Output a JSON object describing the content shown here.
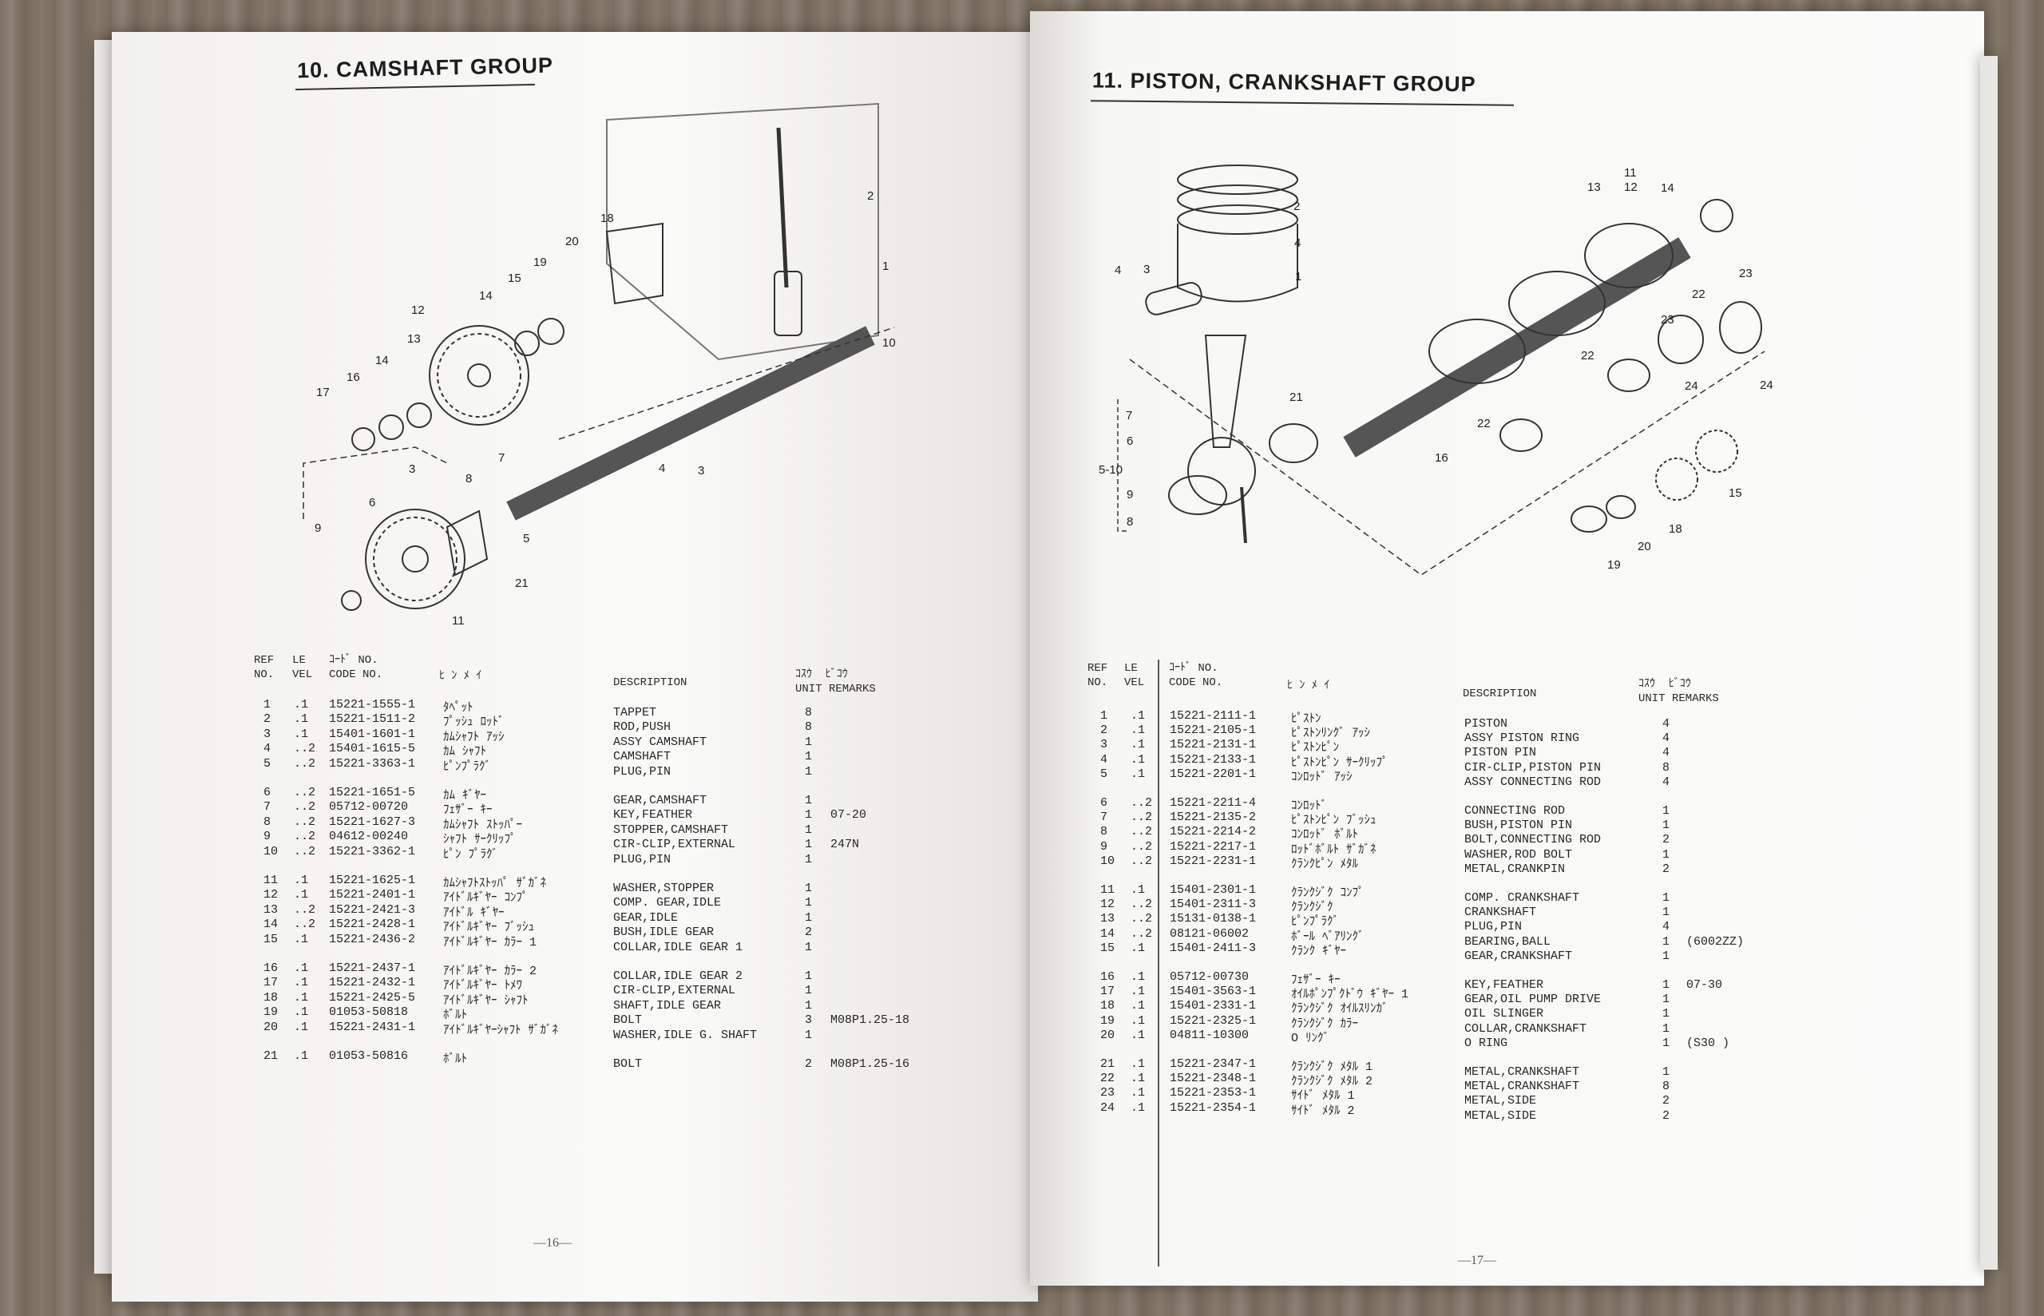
{
  "left_page": {
    "title": "10. CAMSHAFT GROUP",
    "page_number": "—16—",
    "diagram_callouts": [
      "1",
      "2",
      "3",
      "3",
      "4",
      "5",
      "6",
      "7",
      "8",
      "9",
      "10",
      "11",
      "12",
      "13",
      "14",
      "14",
      "15",
      "16",
      "17",
      "18",
      "19",
      "20",
      "21"
    ],
    "headers": {
      "ref": "REF\nNO.",
      "level": "LE\nVEL",
      "code": "ｺｰﾄﾞ NO.\nCODE NO.",
      "kana": "ﾋ ﾝ ﾒ ｲ",
      "description": "DESCRIPTION",
      "unit": "ｺｽｳ  ﾋﾞｺｳ\nUNIT REMARKS"
    },
    "groups": [
      [
        {
          "ref": "1",
          "level": ".1",
          "code": "15221-1555-1",
          "kana": "ﾀﾍﾟｯﾄ",
          "desc": "TAPPET",
          "unit": "8",
          "remarks": ""
        },
        {
          "ref": "2",
          "level": ".1",
          "code": "15221-1511-2",
          "kana": "ﾌﾟｯｼｭ ﾛｯﾄﾞ",
          "desc": "ROD,PUSH",
          "unit": "8",
          "remarks": ""
        },
        {
          "ref": "3",
          "level": ".1",
          "code": "15401-1601-1",
          "kana": "ｶﾑｼｬﾌﾄ ｱｯｼ",
          "desc": "ASSY CAMSHAFT",
          "unit": "1",
          "remarks": ""
        },
        {
          "ref": "4",
          "level": "..2",
          "code": "15401-1615-5",
          "kana": "ｶﾑ ｼｬﾌﾄ",
          "desc": "CAMSHAFT",
          "unit": "1",
          "remarks": ""
        },
        {
          "ref": "5",
          "level": "..2",
          "code": "15221-3363-1",
          "kana": "ﾋﾟﾝﾌﾟﾗｸﾞ",
          "desc": "PLUG,PIN",
          "unit": "1",
          "remarks": ""
        }
      ],
      [
        {
          "ref": "6",
          "level": "..2",
          "code": "15221-1651-5",
          "kana": "ｶﾑ ｷﾞﾔｰ",
          "desc": "GEAR,CAMSHAFT",
          "unit": "1",
          "remarks": ""
        },
        {
          "ref": "7",
          "level": "..2",
          "code": "05712-00720",
          "kana": "ﾌｪｻﾞｰ ｷｰ",
          "desc": "KEY,FEATHER",
          "unit": "1",
          "remarks": "07-20"
        },
        {
          "ref": "8",
          "level": "..2",
          "code": "15221-1627-3",
          "kana": "ｶﾑｼｬﾌﾄ ｽﾄｯﾊﾟｰ",
          "desc": "STOPPER,CAMSHAFT",
          "unit": "1",
          "remarks": ""
        },
        {
          "ref": "9",
          "level": "..2",
          "code": "04612-00240",
          "kana": "ｼｬﾌﾄ ｻｰｸﾘｯﾌﾟ",
          "desc": "CIR-CLIP,EXTERNAL",
          "unit": "1",
          "remarks": "247N"
        },
        {
          "ref": "10",
          "level": "..2",
          "code": "15221-3362-1",
          "kana": "ﾋﾟﾝ ﾌﾟﾗｸﾞ",
          "desc": "PLUG,PIN",
          "unit": "1",
          "remarks": ""
        }
      ],
      [
        {
          "ref": "11",
          "level": ".1",
          "code": "15221-1625-1",
          "kana": "ｶﾑｼｬﾌﾄｽﾄｯﾊﾟ ｻﾞｶﾞﾈ",
          "desc": "WASHER,STOPPER",
          "unit": "1",
          "remarks": ""
        },
        {
          "ref": "12",
          "level": ".1",
          "code": "15221-2401-1",
          "kana": "ｱｲﾄﾞﾙｷﾞﾔｰ ｺﾝﾌﾟ",
          "desc": "COMP. GEAR,IDLE",
          "unit": "1",
          "remarks": ""
        },
        {
          "ref": "13",
          "level": "..2",
          "code": "15221-2421-3",
          "kana": "ｱｲﾄﾞﾙ ｷﾞﾔｰ",
          "desc": "GEAR,IDLE",
          "unit": "1",
          "remarks": ""
        },
        {
          "ref": "14",
          "level": "..2",
          "code": "15221-2428-1",
          "kana": "ｱｲﾄﾞﾙｷﾞﾔｰ ﾌﾞｯｼｭ",
          "desc": "BUSH,IDLE GEAR",
          "unit": "2",
          "remarks": ""
        },
        {
          "ref": "15",
          "level": ".1",
          "code": "15221-2436-2",
          "kana": "ｱｲﾄﾞﾙｷﾞﾔｰ ｶﾗｰ 1",
          "desc": "COLLAR,IDLE GEAR 1",
          "unit": "1",
          "remarks": ""
        }
      ],
      [
        {
          "ref": "16",
          "level": ".1",
          "code": "15221-2437-1",
          "kana": "ｱｲﾄﾞﾙｷﾞﾔｰ ｶﾗｰ 2",
          "desc": "COLLAR,IDLE GEAR 2",
          "unit": "1",
          "remarks": ""
        },
        {
          "ref": "17",
          "level": ".1",
          "code": "15221-2432-1",
          "kana": "ｱｲﾄﾞﾙｷﾞﾔｰ ﾄﾒﾜ",
          "desc": "CIR-CLIP,EXTERNAL",
          "unit": "1",
          "remarks": ""
        },
        {
          "ref": "18",
          "level": ".1",
          "code": "15221-2425-5",
          "kana": "ｱｲﾄﾞﾙｷﾞﾔｰ ｼｬﾌﾄ",
          "desc": "SHAFT,IDLE GEAR",
          "unit": "1",
          "remarks": ""
        },
        {
          "ref": "19",
          "level": ".1",
          "code": "01053-50818",
          "kana": "ﾎﾞﾙﾄ",
          "desc": "BOLT",
          "unit": "3",
          "remarks": "M08P1.25-18"
        },
        {
          "ref": "20",
          "level": ".1",
          "code": "15221-2431-1",
          "kana": "ｱｲﾄﾞﾙｷﾞﾔｰｼｬﾌﾄ ｻﾞｶﾞﾈ",
          "desc": "WASHER,IDLE G. SHAFT",
          "unit": "1",
          "remarks": ""
        }
      ],
      [
        {
          "ref": "21",
          "level": ".1",
          "code": "01053-50816",
          "kana": "ﾎﾞﾙﾄ",
          "desc": "BOLT",
          "unit": "2",
          "remarks": "M08P1.25-16"
        }
      ]
    ]
  },
  "right_page": {
    "title": "11. PISTON, CRANKSHAFT GROUP",
    "page_number": "—17—",
    "diagram_callouts": [
      "1",
      "2",
      "3",
      "4",
      "4",
      "5-10",
      "6",
      "7",
      "8",
      "9",
      "11",
      "12",
      "13",
      "14",
      "15",
      "16",
      "18",
      "19",
      "20",
      "21",
      "22",
      "22",
      "22",
      "23",
      "23",
      "24",
      "24"
    ],
    "headers": {
      "ref": "REF\nNO.",
      "level": "LE\nVEL",
      "code": "ｺｰﾄﾞ NO.\nCODE NO.",
      "kana": "ﾋ ﾝ ﾒ ｲ",
      "description": "DESCRIPTION",
      "unit": "ｺｽｳ  ﾋﾞｺｳ\nUNIT REMARKS"
    },
    "groups": [
      [
        {
          "ref": "1",
          "level": ".1",
          "code": "15221-2111-1",
          "kana": "ﾋﾟｽﾄﾝ",
          "desc": "PISTON",
          "unit": "4",
          "remarks": ""
        },
        {
          "ref": "2",
          "level": ".1",
          "code": "15221-2105-1",
          "kana": "ﾋﾟｽﾄﾝﾘﾝｸﾞ ｱｯｼ",
          "desc": "ASSY PISTON RING",
          "unit": "4",
          "remarks": ""
        },
        {
          "ref": "3",
          "level": ".1",
          "code": "15221-2131-1",
          "kana": "ﾋﾟｽﾄﾝﾋﾟﾝ",
          "desc": "PISTON PIN",
          "unit": "4",
          "remarks": ""
        },
        {
          "ref": "4",
          "level": ".1",
          "code": "15221-2133-1",
          "kana": "ﾋﾟｽﾄﾝﾋﾟﾝ ｻｰｸﾘｯﾌﾟ",
          "desc": "CIR-CLIP,PISTON PIN",
          "unit": "8",
          "remarks": ""
        },
        {
          "ref": "5",
          "level": ".1",
          "code": "15221-2201-1",
          "kana": "ｺﾝﾛｯﾄﾞ ｱｯｼ",
          "desc": "ASSY CONNECTING ROD",
          "unit": "4",
          "remarks": ""
        }
      ],
      [
        {
          "ref": "6",
          "level": "..2",
          "code": "15221-2211-4",
          "kana": "ｺﾝﾛｯﾄﾞ",
          "desc": "CONNECTING ROD",
          "unit": "1",
          "remarks": ""
        },
        {
          "ref": "7",
          "level": "..2",
          "code": "15221-2135-2",
          "kana": "ﾋﾟｽﾄﾝﾋﾟﾝ ﾌﾞｯｼｭ",
          "desc": "BUSH,PISTON PIN",
          "unit": "1",
          "remarks": ""
        },
        {
          "ref": "8",
          "level": "..2",
          "code": "15221-2214-2",
          "kana": "ｺﾝﾛｯﾄﾞ ﾎﾞﾙﾄ",
          "desc": "BOLT,CONNECTING ROD",
          "unit": "2",
          "remarks": ""
        },
        {
          "ref": "9",
          "level": "..2",
          "code": "15221-2217-1",
          "kana": "ﾛｯﾄﾞﾎﾞﾙﾄ ｻﾞｶﾞﾈ",
          "desc": "WASHER,ROD BOLT",
          "unit": "1",
          "remarks": ""
        },
        {
          "ref": "10",
          "level": "..2",
          "code": "15221-2231-1",
          "kana": "ｸﾗﾝｸﾋﾟﾝ ﾒﾀﾙ",
          "desc": "METAL,CRANKPIN",
          "unit": "2",
          "remarks": ""
        }
      ],
      [
        {
          "ref": "11",
          "level": ".1",
          "code": "15401-2301-1",
          "kana": "ｸﾗﾝｸｼﾞｸ ｺﾝﾌﾟ",
          "desc": "COMP. CRANKSHAFT",
          "unit": "1",
          "remarks": ""
        },
        {
          "ref": "12",
          "level": "..2",
          "code": "15401-2311-3",
          "kana": "ｸﾗﾝｸｼﾞｸ",
          "desc": "CRANKSHAFT",
          "unit": "1",
          "remarks": ""
        },
        {
          "ref": "13",
          "level": "..2",
          "code": "15131-0138-1",
          "kana": "ﾋﾟﾝﾌﾟﾗｸﾞ",
          "desc": "PLUG,PIN",
          "unit": "4",
          "remarks": ""
        },
        {
          "ref": "14",
          "level": "..2",
          "code": "08121-06002",
          "kana": "ﾎﾞｰﾙ ﾍﾞｱﾘﾝｸﾞ",
          "desc": "BEARING,BALL",
          "unit": "1",
          "remarks": "(6002ZZ)"
        },
        {
          "ref": "15",
          "level": ".1",
          "code": "15401-2411-3",
          "kana": "ｸﾗﾝｸ ｷﾞﾔｰ",
          "desc": "GEAR,CRANKSHAFT",
          "unit": "1",
          "remarks": ""
        }
      ],
      [
        {
          "ref": "16",
          "level": ".1",
          "code": "05712-00730",
          "kana": "ﾌｪｻﾞｰ ｷｰ",
          "desc": "KEY,FEATHER",
          "unit": "1",
          "remarks": "07-30"
        },
        {
          "ref": "17",
          "level": ".1",
          "code": "15401-3563-1",
          "kana": "ｵｲﾙﾎﾟﾝﾌﾟｸﾄﾞｳ ｷﾞﾔｰ 1",
          "desc": "GEAR,OIL PUMP DRIVE",
          "unit": "1",
          "remarks": ""
        },
        {
          "ref": "18",
          "level": ".1",
          "code": "15401-2331-1",
          "kana": "ｸﾗﾝｸｼﾞｸ ｵｲﾙｽﾘﾝｶﾞ",
          "desc": "OIL SLINGER",
          "unit": "1",
          "remarks": ""
        },
        {
          "ref": "19",
          "level": ".1",
          "code": "15221-2325-1",
          "kana": "ｸﾗﾝｸｼﾞｸ ｶﾗｰ",
          "desc": "COLLAR,CRANKSHAFT",
          "unit": "1",
          "remarks": ""
        },
        {
          "ref": "20",
          "level": ".1",
          "code": "04811-10300",
          "kana": "O ﾘﾝｸﾞ",
          "desc": "O RING",
          "unit": "1",
          "remarks": "(S30 )"
        }
      ],
      [
        {
          "ref": "21",
          "level": ".1",
          "code": "15221-2347-1",
          "kana": "ｸﾗﾝｸｼﾞｸ ﾒﾀﾙ 1",
          "desc": "METAL,CRANKSHAFT",
          "unit": "1",
          "remarks": ""
        },
        {
          "ref": "22",
          "level": ".1",
          "code": "15221-2348-1",
          "kana": "ｸﾗﾝｸｼﾞｸ ﾒﾀﾙ 2",
          "desc": "METAL,CRANKSHAFT",
          "unit": "8",
          "remarks": ""
        },
        {
          "ref": "23",
          "level": ".1",
          "code": "15221-2353-1",
          "kana": "ｻｲﾄﾞ ﾒﾀﾙ 1",
          "desc": "METAL,SIDE",
          "unit": "2",
          "remarks": ""
        },
        {
          "ref": "24",
          "level": ".1",
          "code": "15221-2354-1",
          "kana": "ｻｲﾄﾞ ﾒﾀﾙ 2",
          "desc": "METAL,SIDE",
          "unit": "2",
          "remarks": ""
        }
      ]
    ]
  }
}
